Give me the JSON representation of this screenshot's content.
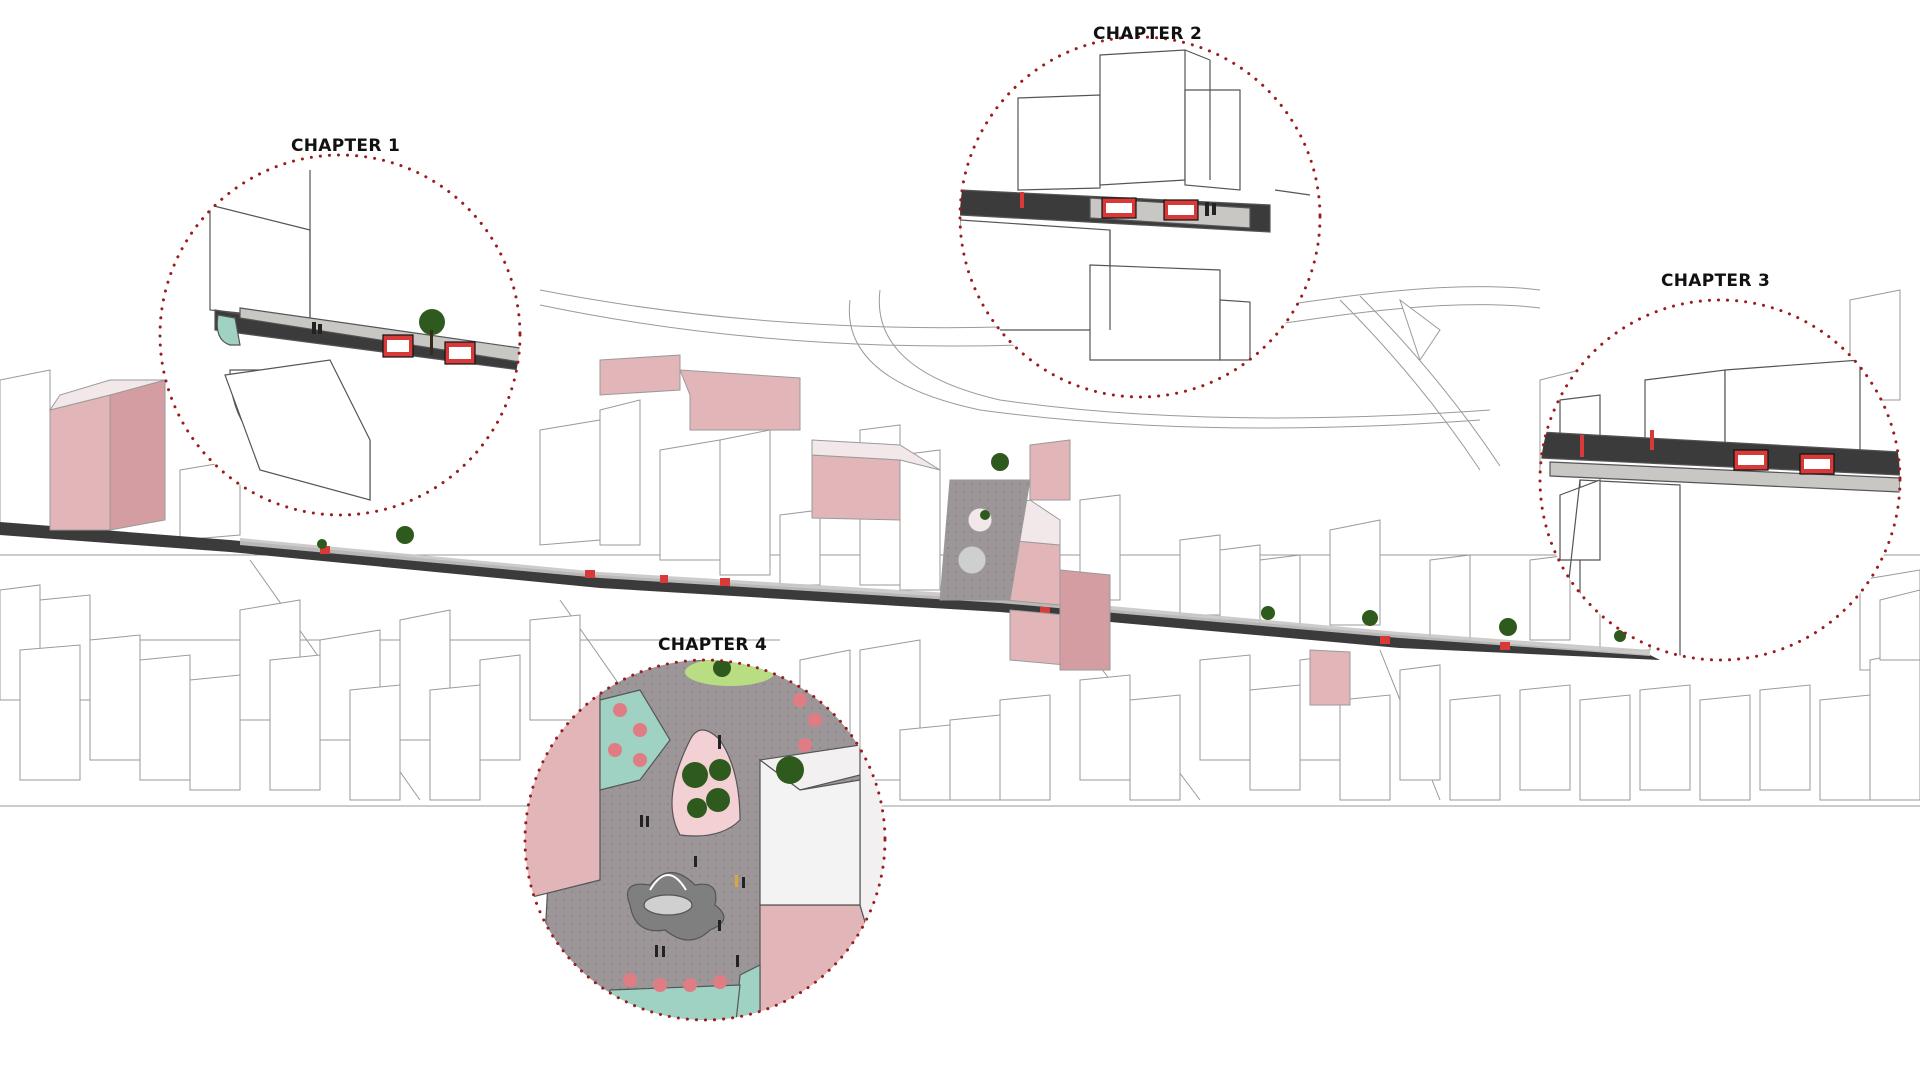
{
  "callouts": [
    {
      "title": "CHAPTER 1"
    },
    {
      "title": "CHAPTER 2"
    },
    {
      "title": "CHAPTER 3"
    },
    {
      "title": "CHAPTER 4"
    }
  ],
  "colors": {
    "background": "#ffffff",
    "outline": "#8a8a8a",
    "highlight_building": "#e2b6b9",
    "highlight_building_dark": "#d49da2",
    "street_asphalt": "#3b3b3b",
    "sidewalk": "#c9c7c4",
    "plaza_paving": "#9c9699",
    "planting_mint": "#9fd2c2",
    "tree": "#2f5a1e",
    "kiosk_red": "#d83a3a",
    "dotted_circle": "#9b1c1c"
  },
  "icons": [
    "tree-icon",
    "fountain-icon",
    "kiosk-icon",
    "pedestrian-icon",
    "umbrella-table-icon"
  ]
}
